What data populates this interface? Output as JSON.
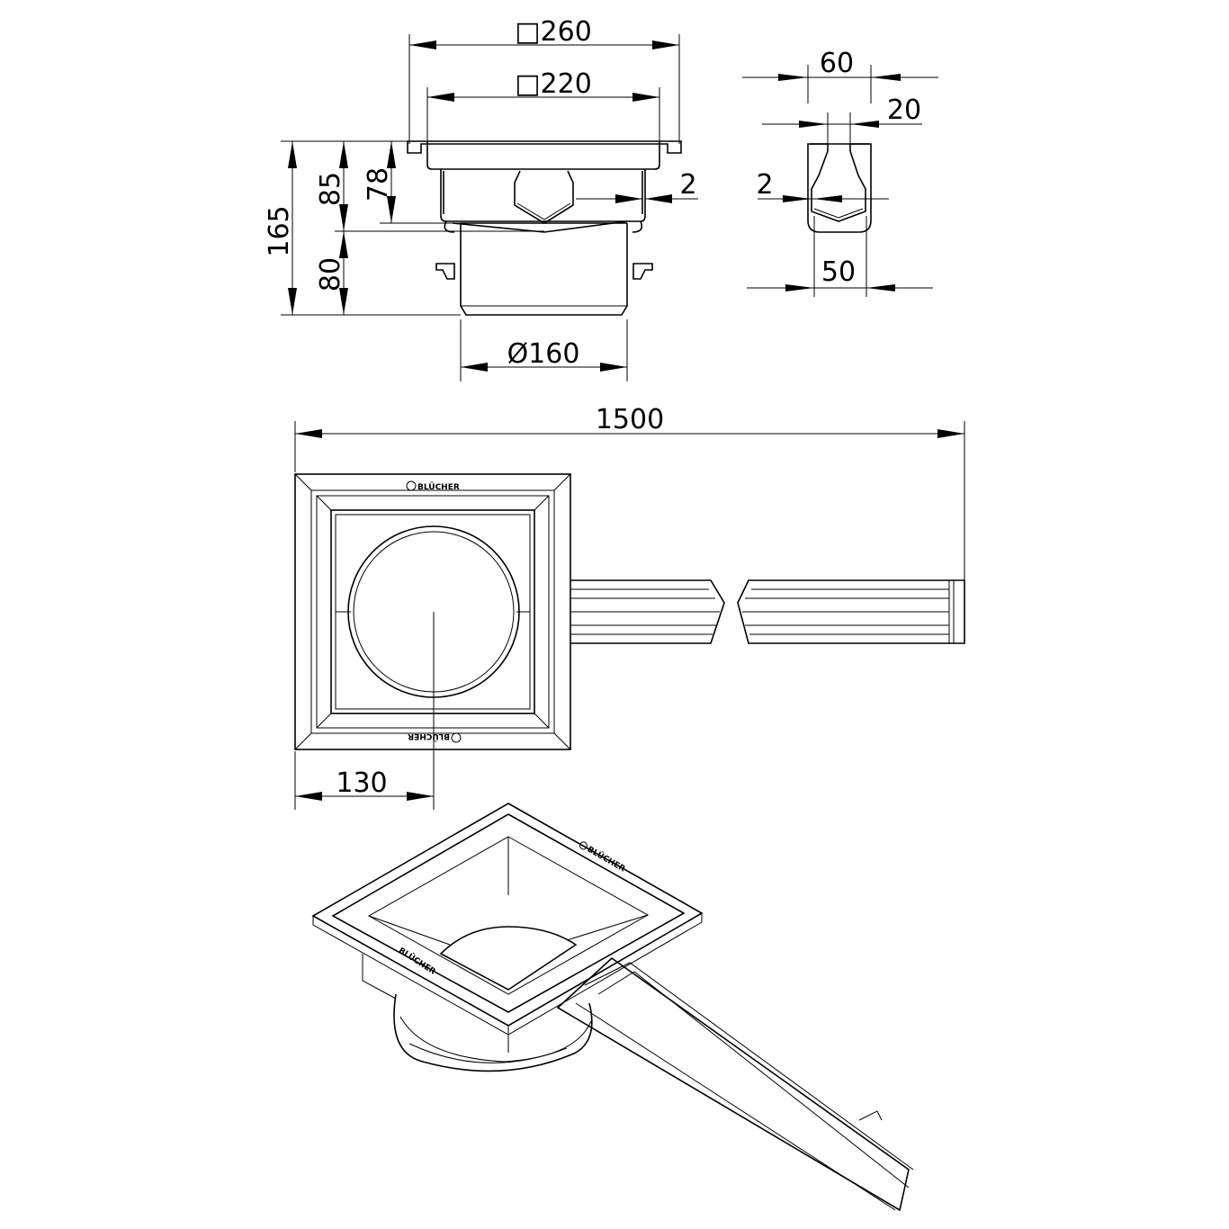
{
  "drawing": {
    "front_view": {
      "outer_square": "□260",
      "inner_square": "□220",
      "total_height": "165",
      "upper_height": "85",
      "body_height": "78",
      "lower_height": "80",
      "wall_thickness": "2",
      "outlet_diameter": "Ø160"
    },
    "side_view": {
      "channel_width": "60",
      "slot_width": "20",
      "wall_thickness": "2",
      "channel_inner_width": "50"
    },
    "plan_view": {
      "total_length": "1500",
      "outlet_offset": "130",
      "logo_text": "BLÜCHER"
    },
    "iso_view": {
      "logo_text": "BLÜCHER"
    }
  }
}
